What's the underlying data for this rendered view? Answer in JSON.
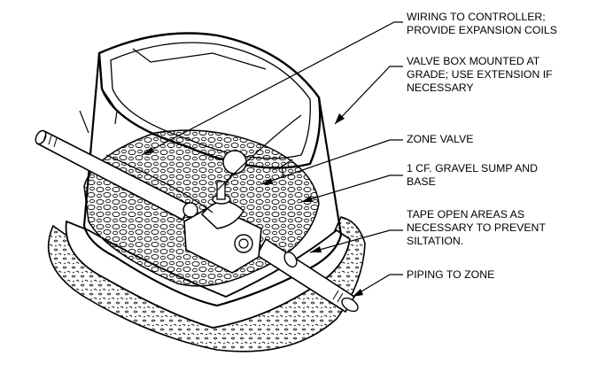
{
  "callouts": [
    {
      "lines": [
        "WIRING TO CONTROLLER;",
        "PROVIDE EXPANSION  COILS"
      ]
    },
    {
      "lines": [
        "VALVE BOX MOUNTED AT",
        "GRADE; USE EXTENSION IF",
        "NECESSARY"
      ]
    },
    {
      "lines": [
        "ZONE VALVE"
      ]
    },
    {
      "lines": [
        "1 CF. GRAVEL SUMP AND",
        "BASE"
      ]
    },
    {
      "lines": [
        "TAPE OPEN AREAS AS",
        "NECESSARY TO PREVENT",
        "SILTATION."
      ]
    },
    {
      "lines": [
        "PIPING TO ZONE"
      ]
    }
  ],
  "colors": {
    "ink": "#000000",
    "background": "#ffffff"
  }
}
